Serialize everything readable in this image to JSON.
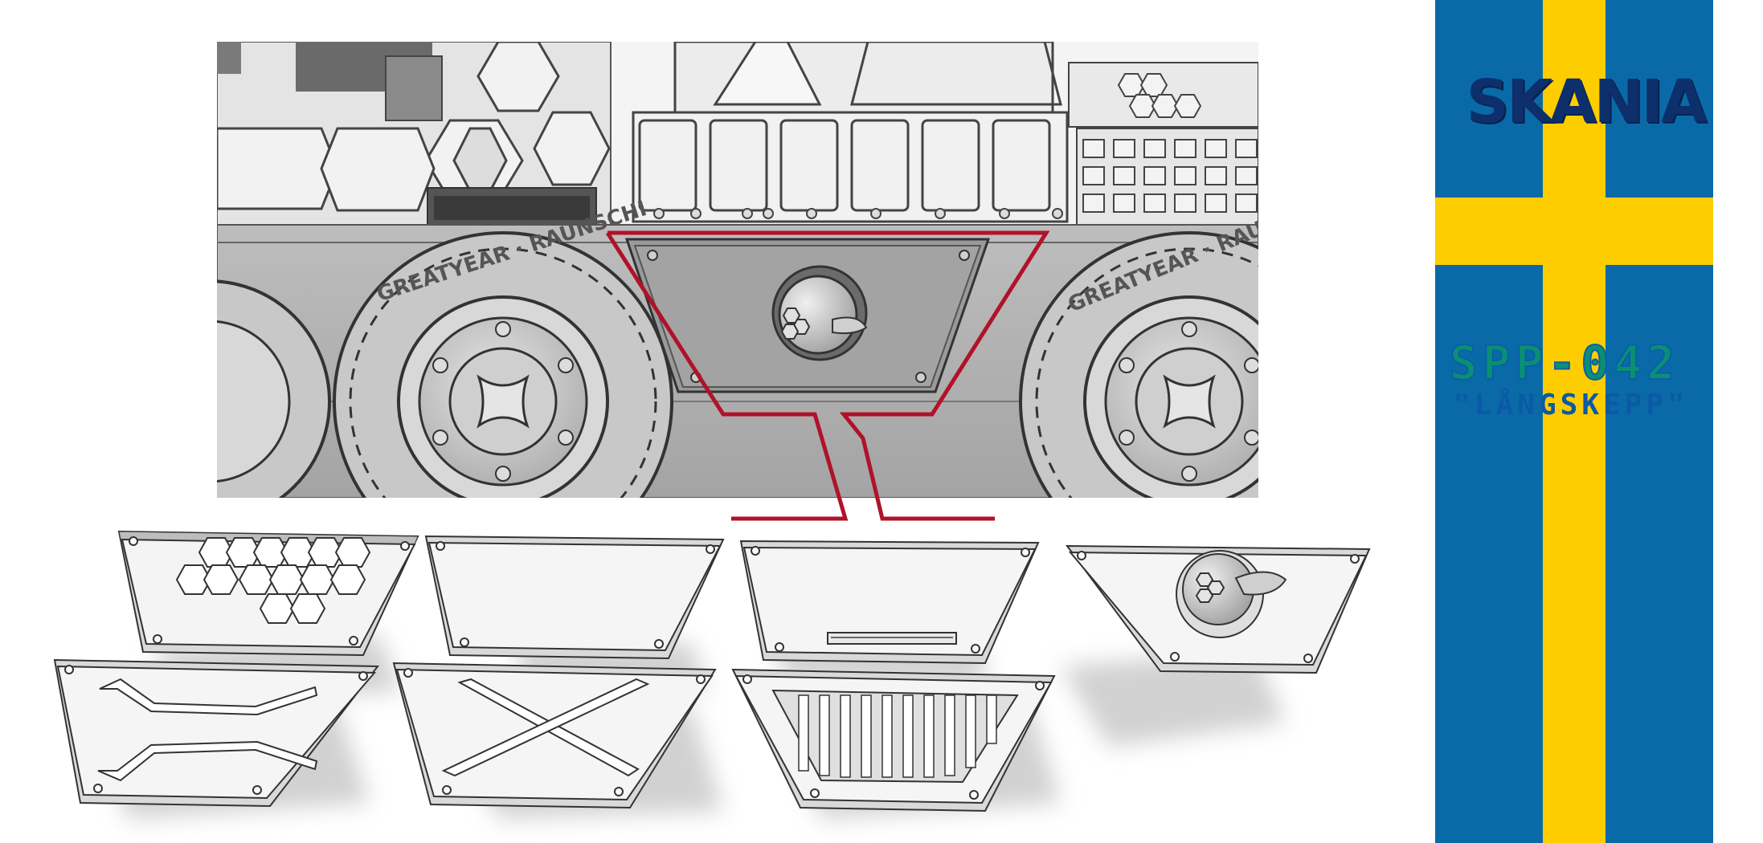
{
  "flag": {
    "brand": "SKANIA",
    "model": "SPP-042",
    "nickname": "\"LÅNGSKEPP\"",
    "colors": {
      "blue": "#0a6aa8",
      "yellow": "#fdcd00"
    }
  },
  "vehicle": {
    "tire_text_left": "GREATYEAR · RAUNSCHI",
    "tire_text_right": "GREATYEAR · RAUN"
  },
  "callout_color": "#b0122a",
  "panels": [
    {
      "name": "panel-hexagon",
      "pattern": "hexagons"
    },
    {
      "name": "panel-plain",
      "pattern": "plain"
    },
    {
      "name": "panel-slot",
      "pattern": "slot"
    },
    {
      "name": "panel-hatch",
      "pattern": "hatch"
    },
    {
      "name": "panel-brackets",
      "pattern": "brackets"
    },
    {
      "name": "panel-cross",
      "pattern": "cross"
    },
    {
      "name": "panel-grille",
      "pattern": "grille"
    }
  ]
}
